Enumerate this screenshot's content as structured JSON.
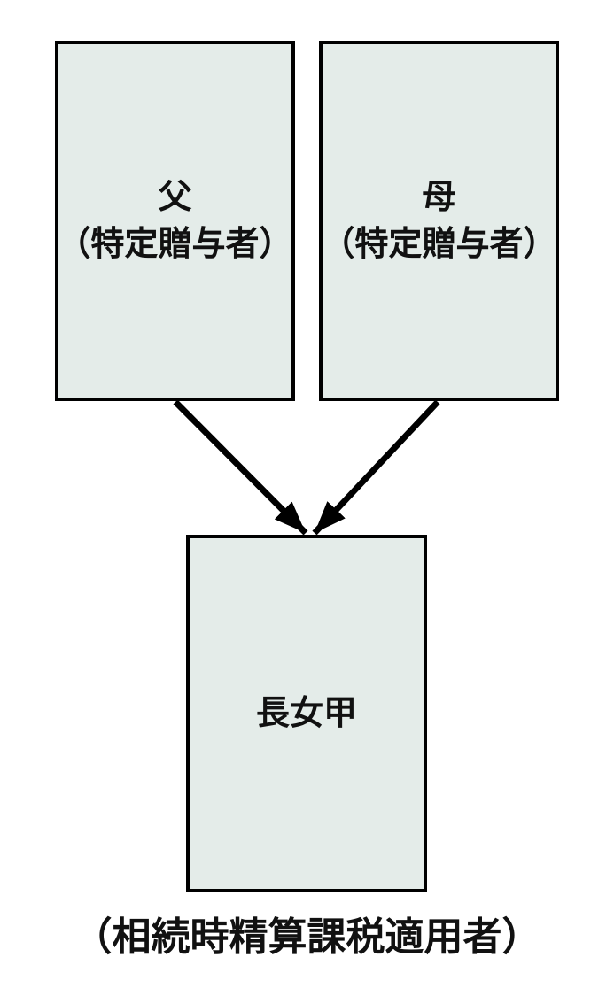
{
  "diagram": {
    "type": "family-gift-tax-diagram",
    "colors": {
      "background": "#ffffff",
      "box-fill": "#e4ece9",
      "box-border": "#000000",
      "arrow-color": "#000000",
      "text-color": "#111111"
    },
    "nodes": {
      "father": {
        "line1": "父",
        "line2": "（特定贈与者）"
      },
      "mother": {
        "line1": "母",
        "line2": "（特定贈与者）"
      },
      "daughter": {
        "label": "長女甲"
      }
    },
    "caption": "（相続時精算課税適用者）",
    "edges": [
      {
        "from": "father",
        "to": "daughter"
      },
      {
        "from": "mother",
        "to": "daughter"
      }
    ]
  }
}
